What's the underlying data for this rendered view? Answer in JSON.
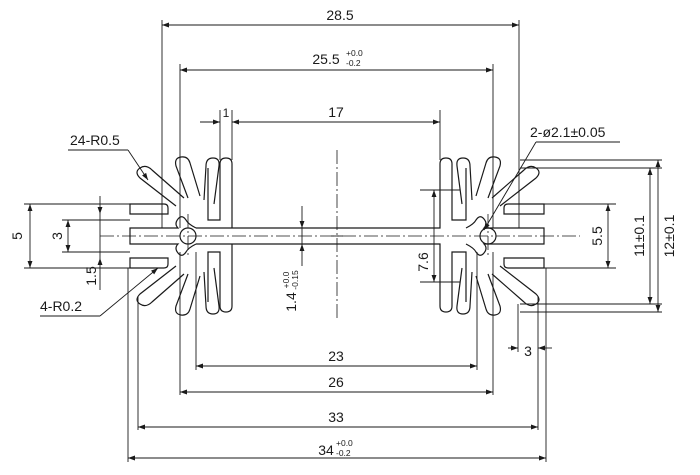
{
  "dimensions": {
    "top_width": "28.5",
    "inner_width_nominal": "25.5",
    "inner_width_tol_upper": "+0.0",
    "inner_width_tol_lower": "-0.2",
    "slot_width": "17",
    "fin_thickness": "1",
    "bottom_23": "23",
    "bottom_26": "26",
    "bottom_33": "33",
    "overall_width_nominal": "34",
    "overall_width_tol_upper": "+0.0",
    "overall_width_tol_lower": "-0.2",
    "left_height_5": "5",
    "left_height_3": "3",
    "left_height_1_5": "1.5",
    "web_thickness_nominal": "1.4",
    "web_thickness_tol_upper": "+0.0",
    "web_thickness_tol_lower": "-0.15",
    "right_height_7_6": "7.6",
    "right_height_5_5": "5.5",
    "right_height_11": "11±0.1",
    "right_height_12": "12±0.1",
    "right_fin_3": "3"
  },
  "callouts": {
    "fillet_radius": "24-R0.5",
    "corner_radius": "4-R0.2",
    "hole": "2-ø2.1±0.05"
  }
}
